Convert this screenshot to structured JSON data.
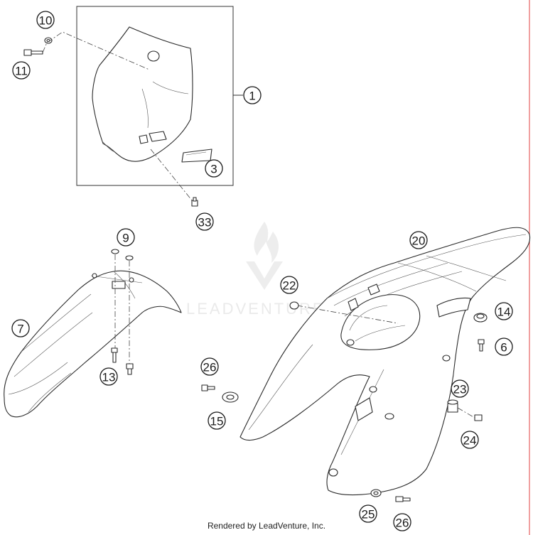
{
  "callouts": [
    {
      "id": "c10",
      "label": "10"
    },
    {
      "id": "c11",
      "label": "11"
    },
    {
      "id": "c1",
      "label": "1"
    },
    {
      "id": "c3",
      "label": "3"
    },
    {
      "id": "c33",
      "label": "33"
    },
    {
      "id": "c9",
      "label": "9"
    },
    {
      "id": "c7",
      "label": "7"
    },
    {
      "id": "c13",
      "label": "13"
    },
    {
      "id": "c20",
      "label": "20"
    },
    {
      "id": "c22",
      "label": "22"
    },
    {
      "id": "c14",
      "label": "14"
    },
    {
      "id": "c6",
      "label": "6"
    },
    {
      "id": "c26a",
      "label": "26"
    },
    {
      "id": "c15",
      "label": "15"
    },
    {
      "id": "c23",
      "label": "23"
    },
    {
      "id": "c24",
      "label": "24"
    },
    {
      "id": "c25",
      "label": "25"
    },
    {
      "id": "c26b",
      "label": "26"
    }
  ],
  "watermark": {
    "text": "LEADVENTURE"
  },
  "footer": {
    "text": "Rendered by LeadVenture, Inc."
  }
}
